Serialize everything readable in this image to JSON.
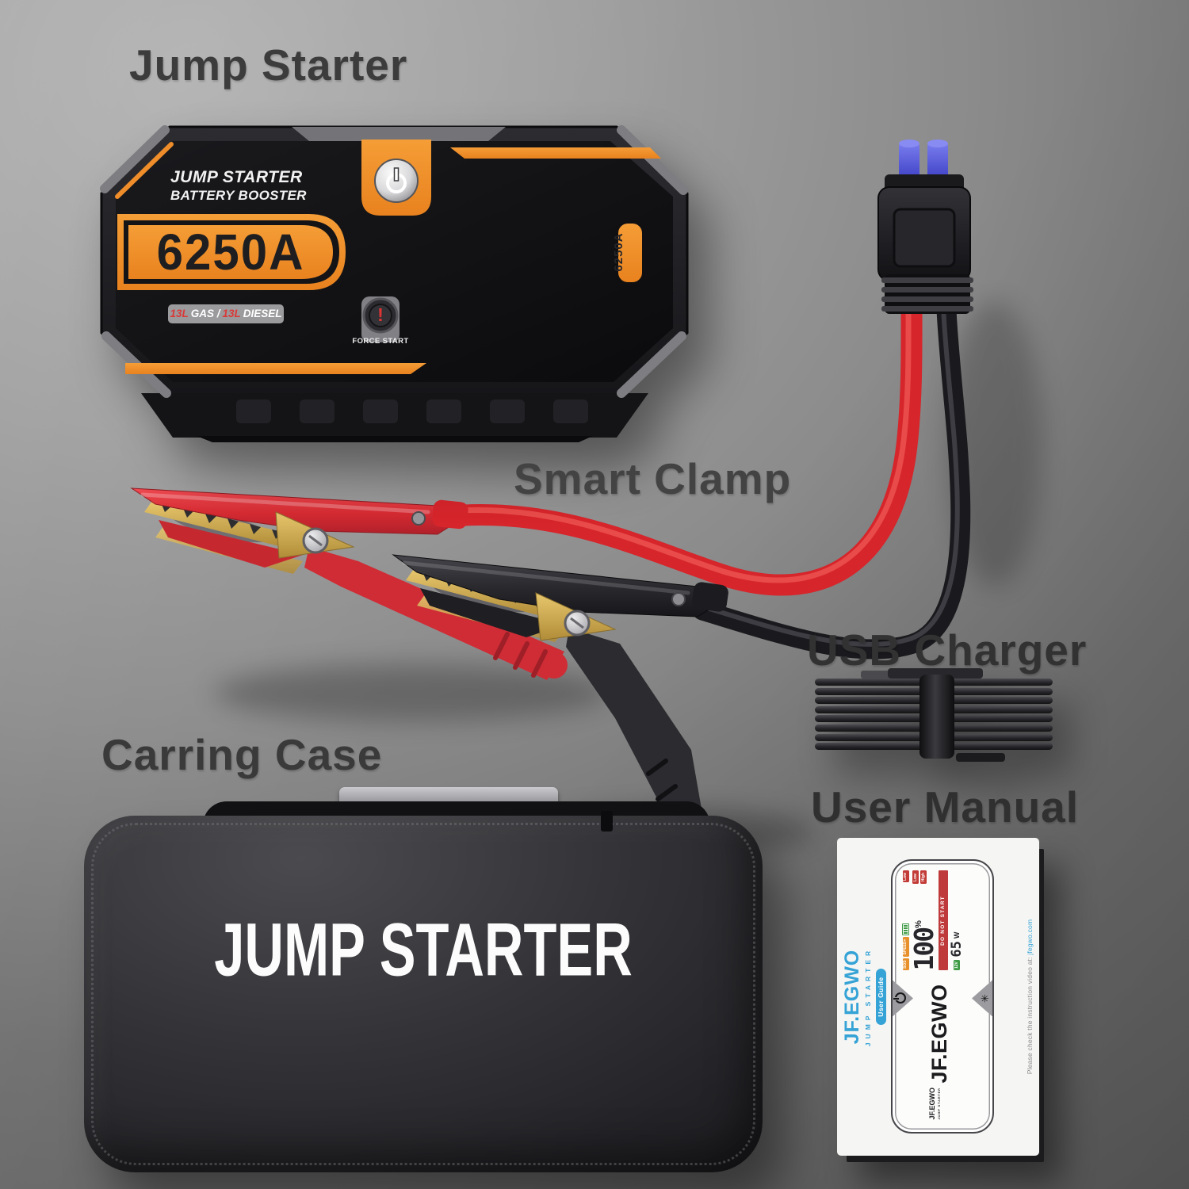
{
  "scene_labels": {
    "jump_starter": "Jump Starter",
    "smart_clamp": "Smart Clamp",
    "usb_charger": "USB Charger",
    "carring_case": "Carring Case",
    "user_manual": "User Manual"
  },
  "device": {
    "brand_line1": "JUMP STARTER",
    "brand_line2": "BATTERY BOOSTER",
    "amps": "6250A",
    "side_amps": "6250A",
    "capacity": {
      "gas_value": "13L",
      "gas_label": "GAS /",
      "diesel_value": "13L",
      "diesel_label": "DIESEL"
    },
    "force_start_mark": "!",
    "force_start_label": "FORCE START"
  },
  "case": {
    "title": "JUMP STARTER"
  },
  "manual": {
    "brand": "JF.EGWO",
    "brand_sub": "JUMP STARTER",
    "guide_badge": "User Guide",
    "note": "Please check the instruction video at:",
    "note_link": "jfegwo.com",
    "illustration": {
      "brand_small": "JF.EGWO",
      "brand_small_sub": "JUMP STARTER",
      "brand_big": "JF.EGWO",
      "flash_glyph": "✳",
      "lcd": {
        "badge_sos": "SOS",
        "badge_speed": "SPEED+",
        "badge_low_top": "Low",
        "badge_low_side": "Low",
        "badge_high_side": "High",
        "badge_12v": "12V",
        "percent_value": "100",
        "percent_unit": "%",
        "warning": "DO NOT START",
        "watt_value": "65",
        "watt_unit": "W"
      }
    }
  },
  "colors": {
    "accent_orange": "#EF8D2A",
    "clamp_red": "#D6252B",
    "cable_black": "#1A1A1E",
    "pin_blue": "#4A4FD8",
    "brand_blue": "#35A3D6",
    "warning_red": "#BF3A3A",
    "case_black": "#1C1C1F",
    "background_gray": "#8B8B8B"
  }
}
